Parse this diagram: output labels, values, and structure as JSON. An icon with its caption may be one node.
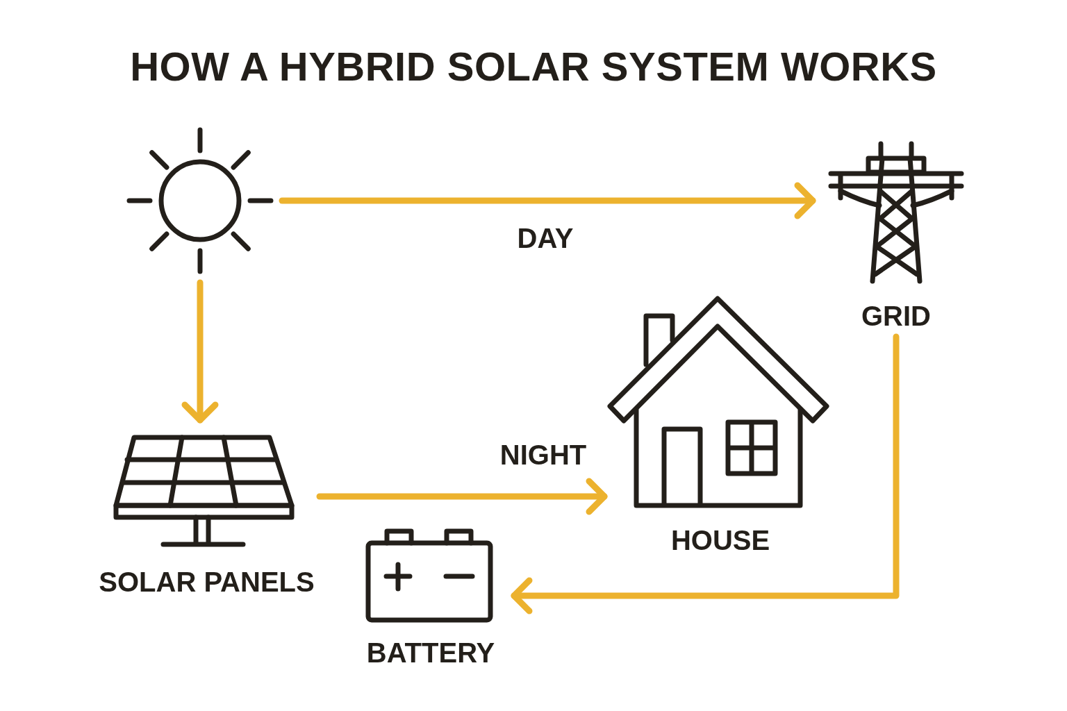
{
  "diagram": {
    "title": "HOW A HYBRID SOLAR SYSTEM WORKS",
    "nodes": [
      {
        "text": [],
        "shape": "sun"
      },
      {
        "text": [
          "GRID"
        ]
      },
      {
        "text": [
          "SOLAR PANELS"
        ]
      },
      {
        "text": [
          "HOUSE"
        ]
      },
      {
        "text": [
          "BATTERY"
        ]
      }
    ],
    "edges": [
      {
        "from": 0,
        "to": 1,
        "arrow": "to",
        "label": "DAY"
      },
      {
        "from": 0,
        "to": 2,
        "arrow": "to"
      },
      {
        "from": 2,
        "to": 3,
        "arrow": "to",
        "label": "NIGHT"
      },
      {
        "from": 1,
        "to": 4,
        "arrow": "to"
      }
    ]
  }
}
